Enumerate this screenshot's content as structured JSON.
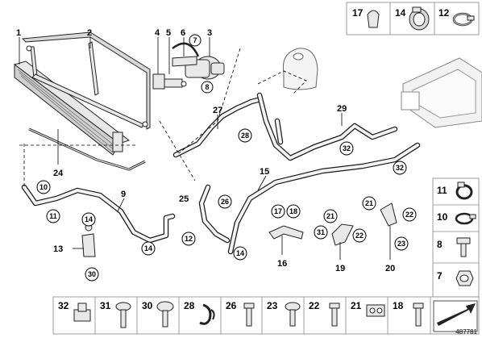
{
  "labels": {
    "l1": "1",
    "l2": "2",
    "l3": "3",
    "l4": "4",
    "l5": "5",
    "l6": "6",
    "l7": "7",
    "l8": "8",
    "l9": "9",
    "l10": "10",
    "l11": "11",
    "l12": "12",
    "l13": "13",
    "l14a": "14",
    "l14b": "14",
    "l14c": "14",
    "l15": "15",
    "l16": "16",
    "l17": "17",
    "l18": "18",
    "l19": "19",
    "l20": "20",
    "l21a": "21",
    "l21b": "21",
    "l22a": "22",
    "l22b": "22",
    "l23": "23",
    "l24": "24",
    "l25": "25",
    "l26": "26",
    "l27": "27",
    "l28": "28",
    "l29": "29",
    "l30": "30",
    "l31": "31",
    "l32a": "32",
    "l32b": "32"
  },
  "top_box": [
    "17",
    "14",
    "12"
  ],
  "right_box": [
    "11",
    "10",
    "8",
    "7"
  ],
  "bottom_box": [
    "32",
    "31",
    "30",
    "28",
    "26",
    "23",
    "22",
    "21",
    "18"
  ],
  "part_number": "487781"
}
